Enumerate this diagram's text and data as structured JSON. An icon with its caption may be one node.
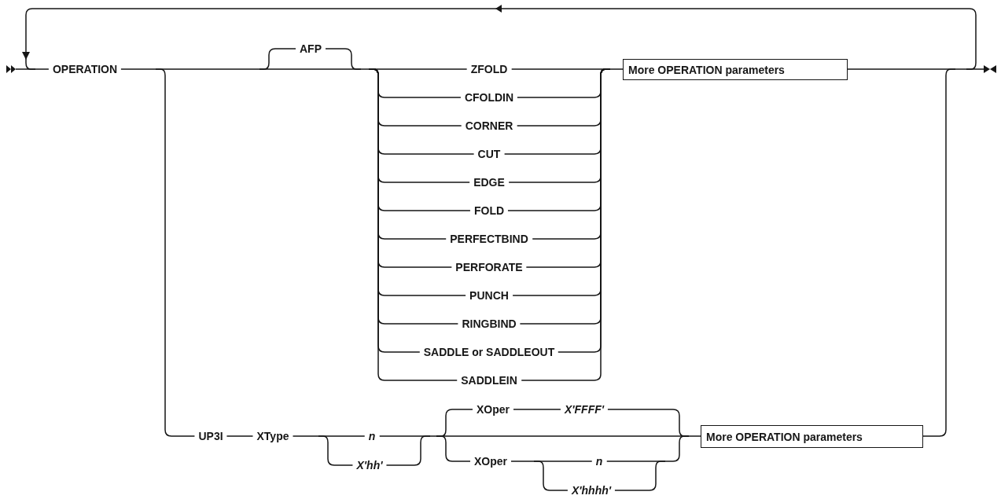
{
  "diagram": {
    "nodes": [
      {
        "text": [
          "More OPERATION parameters"
        ]
      },
      {
        "text": [
          "More OPERATION parameters"
        ]
      }
    ],
    "labels": [
      "OPERATION",
      "AFP",
      "ZFOLD",
      "CFOLDIN",
      "CORNER",
      "CUT",
      "EDGE",
      "FOLD",
      "PERFECTBIND",
      "PERFORATE",
      "PUNCH",
      "RINGBIND",
      "SADDLE or SADDLEOUT",
      "SADDLEIN",
      "UP3I",
      "XType",
      "n",
      "X'hh'",
      "XOper",
      "X'FFFF'",
      "XOper",
      "n",
      "X'hhhh'"
    ]
  }
}
